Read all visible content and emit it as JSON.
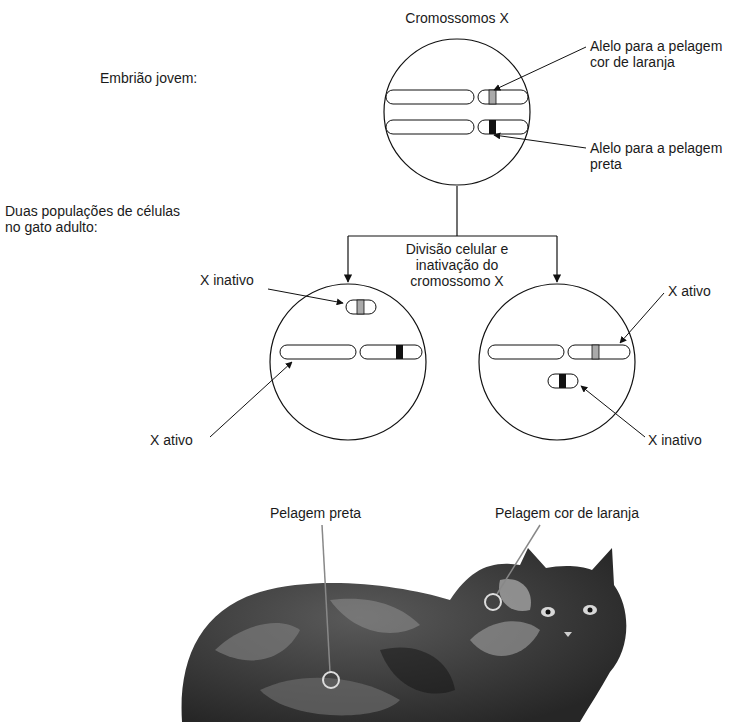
{
  "diagram": {
    "title": "Cromossomos X",
    "labels": [
      "Embrião jovem:",
      "Alelo para a pelagem cor de laranja",
      "Alelo para a pelagem preta",
      "Duas populações de células no gato adulto:",
      "Divisão celular e inativação do cromossomo X",
      "X inativo",
      "X ativo",
      "X ativo",
      "X inativo",
      "Pelagem preta",
      "Pelagem cor de laranja"
    ]
  }
}
